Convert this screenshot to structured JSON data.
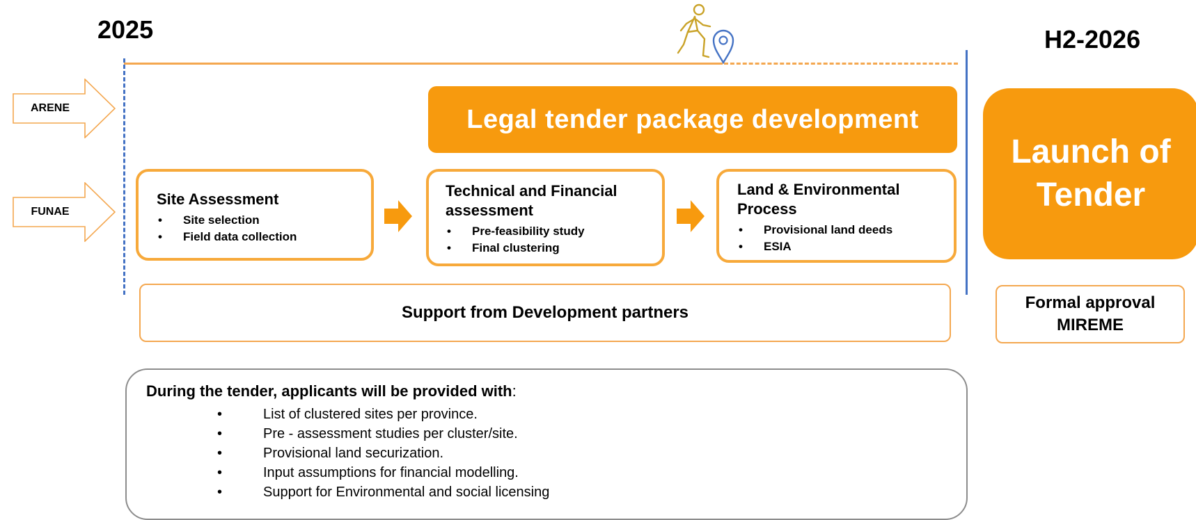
{
  "timeline": {
    "start_label": "2025",
    "end_label": "H2-2026",
    "line_color": "#F4A74F",
    "marker_color": "#4472C4"
  },
  "actors": [
    {
      "label": "ARENE"
    },
    {
      "label": "FUNAE"
    }
  ],
  "banner": {
    "label": "Legal tender package development"
  },
  "launch": {
    "line1": "Launch of",
    "line2": "Tender"
  },
  "steps": [
    {
      "title_line1": "Site Assessment",
      "title_line2": "",
      "bullets": [
        "Site selection",
        "Field data collection"
      ]
    },
    {
      "title_line1": "Technical and Financial",
      "title_line2": "assessment",
      "bullets": [
        "Pre-feasibility study",
        "Final clustering"
      ]
    },
    {
      "title_line1": "Land & Environmental",
      "title_line2": "Process",
      "bullets": [
        "Provisional land deeds",
        "ESIA"
      ]
    }
  ],
  "support": {
    "label": "Support from Development partners"
  },
  "approval": {
    "line1": "Formal approval",
    "line2": "MIREME"
  },
  "tender_info": {
    "heading": "During the tender, applicants will be provided with",
    "heading_suffix": ":",
    "items": [
      "List of clustered sites per province.",
      "Pre - assessment studies per cluster/site.",
      "Provisional land securization.",
      "Input assumptions for financial modelling.",
      "Support for Environmental and social licensing"
    ]
  },
  "icons": {
    "walker": "walking-person-icon",
    "pin": "location-pin-icon"
  },
  "colors": {
    "accent": "#F79A0E",
    "outline": "#F7A93A",
    "timeline_marker": "#4472C4"
  }
}
